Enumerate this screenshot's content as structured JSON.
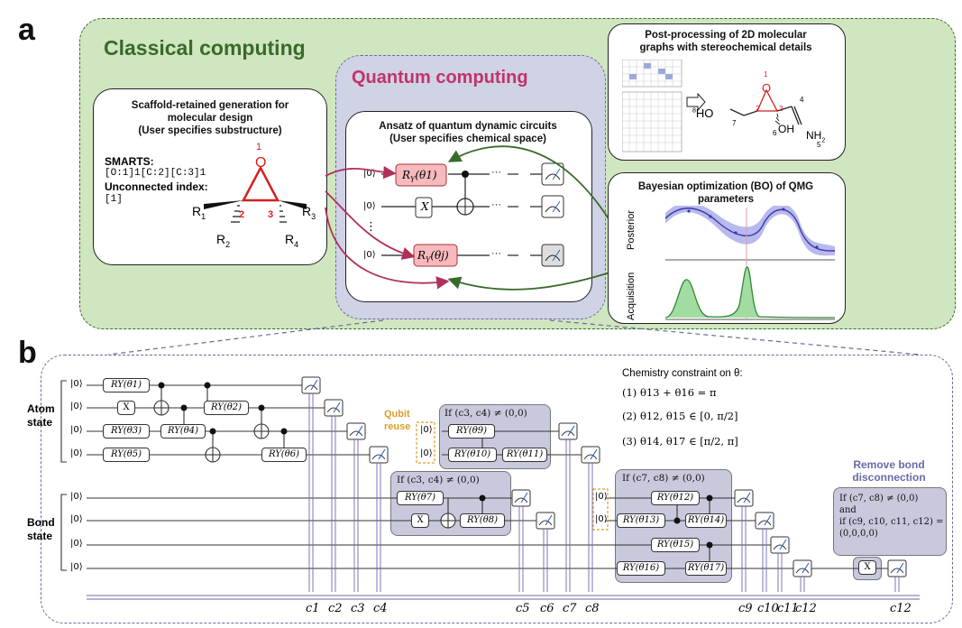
{
  "panel_a": {
    "label": "a",
    "classical_title": "Classical computing",
    "quantum_title": "Quantum computing",
    "scaffold_box": {
      "title_line1": "Scaffold-retained generation for",
      "title_line2": "molecular design",
      "title_line3": "(User specifies substructure)",
      "smarts_label": "SMARTS:",
      "smarts_value": "[O:1]1[C:2][C:3]1",
      "unconnected_label": "Unconnected index:",
      "unconnected_value": "[1]",
      "atom_O": "O",
      "idx1": "1",
      "idx2": "2",
      "idx3": "3",
      "r1": "R",
      "r1sub": "1",
      "r2": "R",
      "r2sub": "2",
      "r3": "R",
      "r3sub": "3",
      "r4": "R",
      "r4sub": "4"
    },
    "ansatz_box": {
      "title_line1": "Ansatz of quantum dynamic circuits",
      "title_line2": "(User specifies chemical space)",
      "ket": "|0⟩",
      "gate1": "R",
      "gate1_sub": "Y",
      "gate1_arg": "(θ1)",
      "gate_x": "X",
      "gate3": "R",
      "gate3_sub": "Y",
      "gate3_arg": "(θj)",
      "dots": "···",
      "vdots": "⋮"
    },
    "postproc_box": {
      "title_line1": "Post-processing of 2D molecular",
      "title_line2": "graphs with stereochemical details",
      "mol_labels": [
        "8",
        "HO",
        "7",
        "O",
        "1",
        "2",
        "3",
        "4",
        "OH",
        "6",
        "NH",
        "2",
        "5"
      ]
    },
    "bo_box": {
      "title_line1": "Bayesian optimization (BO) of QMG",
      "title_line2": "parameters",
      "ylabel_top": "Posterior",
      "ylabel_bottom": "Acquisition",
      "colors": {
        "posterior": "#3a3aa8",
        "band": "#a9a9e8",
        "acq": "#2e8b2e",
        "acq_fill": "#8fd18f"
      }
    }
  },
  "panel_b": {
    "label": "b",
    "atom_state": "Atom state",
    "bond_state": "Bond state",
    "qubit_reuse": "Qubit reuse",
    "ket": "|0⟩",
    "gates": {
      "g1": "RY(θ1)",
      "g2": "RY(θ2)",
      "g3": "RY(θ3)",
      "g4": "RY(θ4)",
      "g5": "RY(θ5)",
      "g6": "RY(θ6)",
      "g7": "RY(θ7)",
      "g8": "RY(θ8)",
      "g9": "RY(θ9)",
      "g10": "RY(θ10)",
      "g11": "RY(θ11)",
      "g12": "RY(θ12)",
      "g13": "RY(θ13)",
      "g14": "RY(θ14)",
      "g15": "RY(θ15)",
      "g16": "RY(θ16)",
      "g17": "RY(θ17)",
      "x": "X"
    },
    "conditions": {
      "c34_a": "If (c3, c4) ≠ (0,0)",
      "c34_b": "If (c3, c4) ≠ (0,0)",
      "c78": "If (c7, c8) ≠ (0,0)"
    },
    "constraint": {
      "title": "Chemistry constraint on θ:",
      "line1": "(1) θ13 + θ16 = π",
      "line2": "(2) θ12, θ15 ∈ [0, π/2]",
      "line3": "(3) θ14, θ17 ∈ [π/2, π]"
    },
    "remove_bond": {
      "title_line1": "Remove bond",
      "title_line2": "disconnection",
      "text_line1": "If (c7, c8) ≠ (0,0)",
      "text_line2": "and",
      "text_line3": "if (c9, c10, c11, c12) =",
      "text_line4": "(0,0,0,0)"
    },
    "clabels": [
      "c1",
      "c2",
      "c3",
      "c4",
      "c5",
      "c6",
      "c7",
      "c8",
      "c9",
      "c10",
      "c11",
      "c12",
      "c12"
    ]
  }
}
